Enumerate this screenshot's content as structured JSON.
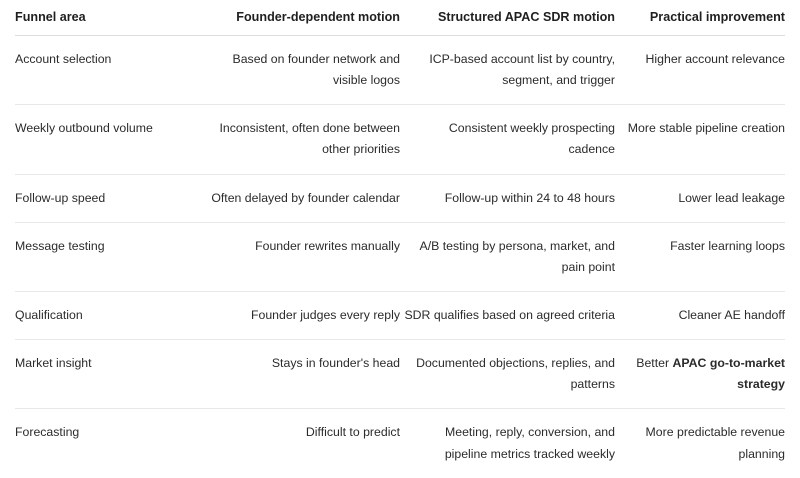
{
  "table": {
    "headers": [
      {
        "label": "Funnel area",
        "align": "left"
      },
      {
        "label": "Founder-dependent motion",
        "align": "right"
      },
      {
        "label": "Structured APAC SDR motion",
        "align": "right"
      },
      {
        "label": "Practical improvement",
        "align": "right"
      }
    ],
    "rows": [
      {
        "funnel_area": "Account selection",
        "founder_motion": "Based on founder network and visible logos",
        "sdr_motion": "ICP-based account list by country, segment, and trigger",
        "improvement": "Higher account relevance",
        "improvement_plain": "Higher account relevance",
        "improvement_bold": ""
      },
      {
        "funnel_area": "Weekly outbound volume",
        "founder_motion": "Inconsistent, often done between other priorities",
        "sdr_motion": "Consistent weekly prospecting cadence",
        "improvement": "More stable pipeline creation",
        "improvement_plain": "More stable pipeline creation",
        "improvement_bold": ""
      },
      {
        "funnel_area": "Follow-up speed",
        "founder_motion": "Often delayed by founder calendar",
        "sdr_motion": "Follow-up within 24 to 48 hours",
        "improvement": "Lower lead leakage",
        "improvement_plain": "Lower lead leakage",
        "improvement_bold": ""
      },
      {
        "funnel_area": "Message testing",
        "founder_motion": "Founder rewrites manually",
        "sdr_motion": "A/B testing by persona, market, and pain point",
        "improvement": "Faster learning loops",
        "improvement_plain": "Faster learning loops",
        "improvement_bold": ""
      },
      {
        "funnel_area": "Qualification",
        "founder_motion": "Founder judges every reply",
        "sdr_motion": "SDR qualifies based on agreed criteria",
        "improvement": "Cleaner AE handoff",
        "improvement_plain": "Cleaner AE handoff",
        "improvement_bold": ""
      },
      {
        "funnel_area": "Market insight",
        "founder_motion": "Stays in founder's head",
        "sdr_motion": "Documented objections, replies, and patterns",
        "improvement": "Better APAC go-to-market strategy",
        "improvement_plain": "Better ",
        "improvement_bold": "APAC go-to-market strategy"
      },
      {
        "funnel_area": "Forecasting",
        "founder_motion": "Difficult to predict",
        "sdr_motion": "Meeting, reply, conversion, and pipeline metrics tracked weekly",
        "improvement": "More predictable revenue planning",
        "improvement_plain": "More predictable revenue planning",
        "improvement_bold": ""
      }
    ]
  },
  "colors": {
    "page_background": "#ffffff",
    "text": "#262626",
    "header_text": "#1f1f1f",
    "header_rule": "#dddddd",
    "row_rule": "#e8e8e8"
  }
}
